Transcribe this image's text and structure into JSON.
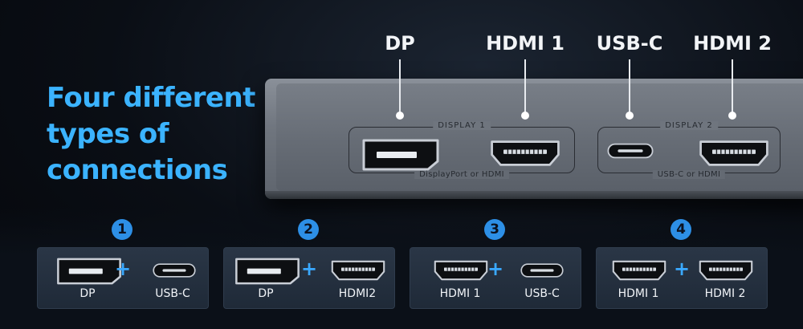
{
  "headline": {
    "line1": "Four different",
    "line2": "types of",
    "line3": "connections"
  },
  "top_labels": [
    "DP",
    "HDMI 1",
    "USB-C",
    "HDMI 2"
  ],
  "device": {
    "display1_title": "DISPLAY 1",
    "display1_sub": "DisplayPort or HDMI",
    "display2_title": "DISPLAY 2",
    "display2_sub": "USB-C or HDMI"
  },
  "options": [
    {
      "number": "1",
      "left_label": "DP",
      "right_label": "USB-C",
      "left_icon": "displayport-icon",
      "right_icon": "usb-c-icon"
    },
    {
      "number": "2",
      "left_label": "DP",
      "right_label": "HDMI2",
      "left_icon": "displayport-icon",
      "right_icon": "hdmi-icon"
    },
    {
      "number": "3",
      "left_label": "HDMI 1",
      "right_label": "USB-C",
      "left_icon": "hdmi-icon",
      "right_icon": "usb-c-icon"
    },
    {
      "number": "4",
      "left_label": "HDMI 1",
      "right_label": "HDMI 2",
      "left_icon": "hdmi-icon",
      "right_icon": "hdmi-icon"
    }
  ],
  "plus_sign": "+",
  "colors": {
    "headline": "#3bb3ff",
    "accent": "#2d8fe6",
    "card": "#243142"
  }
}
